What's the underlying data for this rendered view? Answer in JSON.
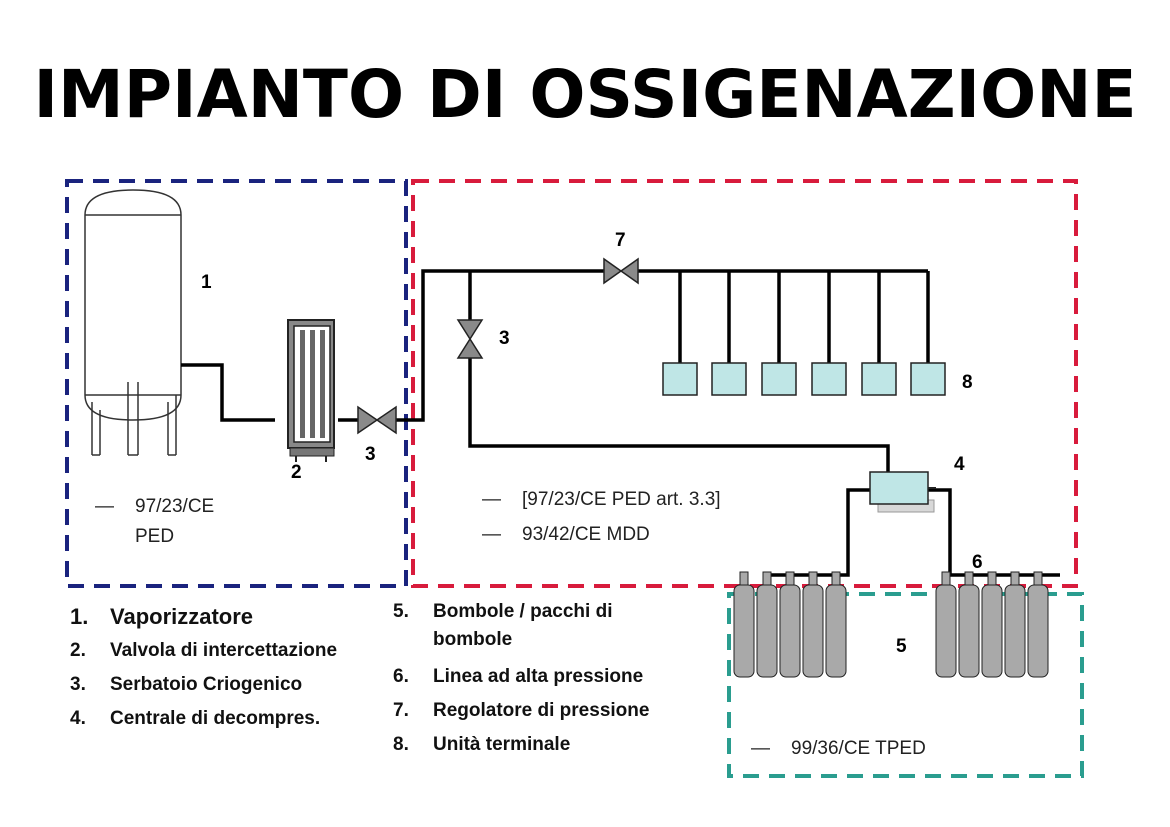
{
  "title": "IMPIANTO DI OSSIGENAZIONE",
  "labels": {
    "n1": "1",
    "n2": "2",
    "n3a": "3",
    "n3b": "3",
    "n4": "4",
    "n5": "5",
    "n6": "6",
    "n7": "7",
    "n8": "8"
  },
  "regulations": {
    "blue_dash": "—",
    "blue_1": "97/23/CE",
    "blue_2": "PED",
    "red_dash_1": "—",
    "red_1": "[97/23/CE PED art. 3.3]",
    "red_dash_2": "—",
    "red_2": "93/42/CE MDD",
    "teal_dash": "—",
    "teal_1": "99/36/CE TPED"
  },
  "legend_left": [
    {
      "n": "1.",
      "text": "Vaporizzatore"
    },
    {
      "n": "2.",
      "text": "Valvola di intercettazione"
    },
    {
      "n": "3.",
      "text": "Serbatoio Criogenico"
    },
    {
      "n": "4.",
      "text": "Centrale di decompres."
    }
  ],
  "legend_right": [
    {
      "n": "5.",
      "text_1": "Bombole / pacchi di",
      "text_2": "bombole"
    },
    {
      "n": "6.",
      "text": "Linea ad alta pressione"
    },
    {
      "n": "7.",
      "text": "Regolatore di pressione"
    },
    {
      "n": "8.",
      "text": "Unità terminale"
    }
  ],
  "colors": {
    "blue_box": "#1a237e",
    "red_box": "#d81b3c",
    "teal_box": "#2a9d8f",
    "terminal_fill": "#bfe6e6",
    "cylinder_fill": "#a9a9a9"
  },
  "icons": [
    "cryogenic-tank-icon",
    "vaporizer-icon",
    "valve-icon",
    "pressure-regulator-icon",
    "terminal-unit-icon",
    "decompression-unit-icon",
    "gas-cylinder-icon"
  ]
}
